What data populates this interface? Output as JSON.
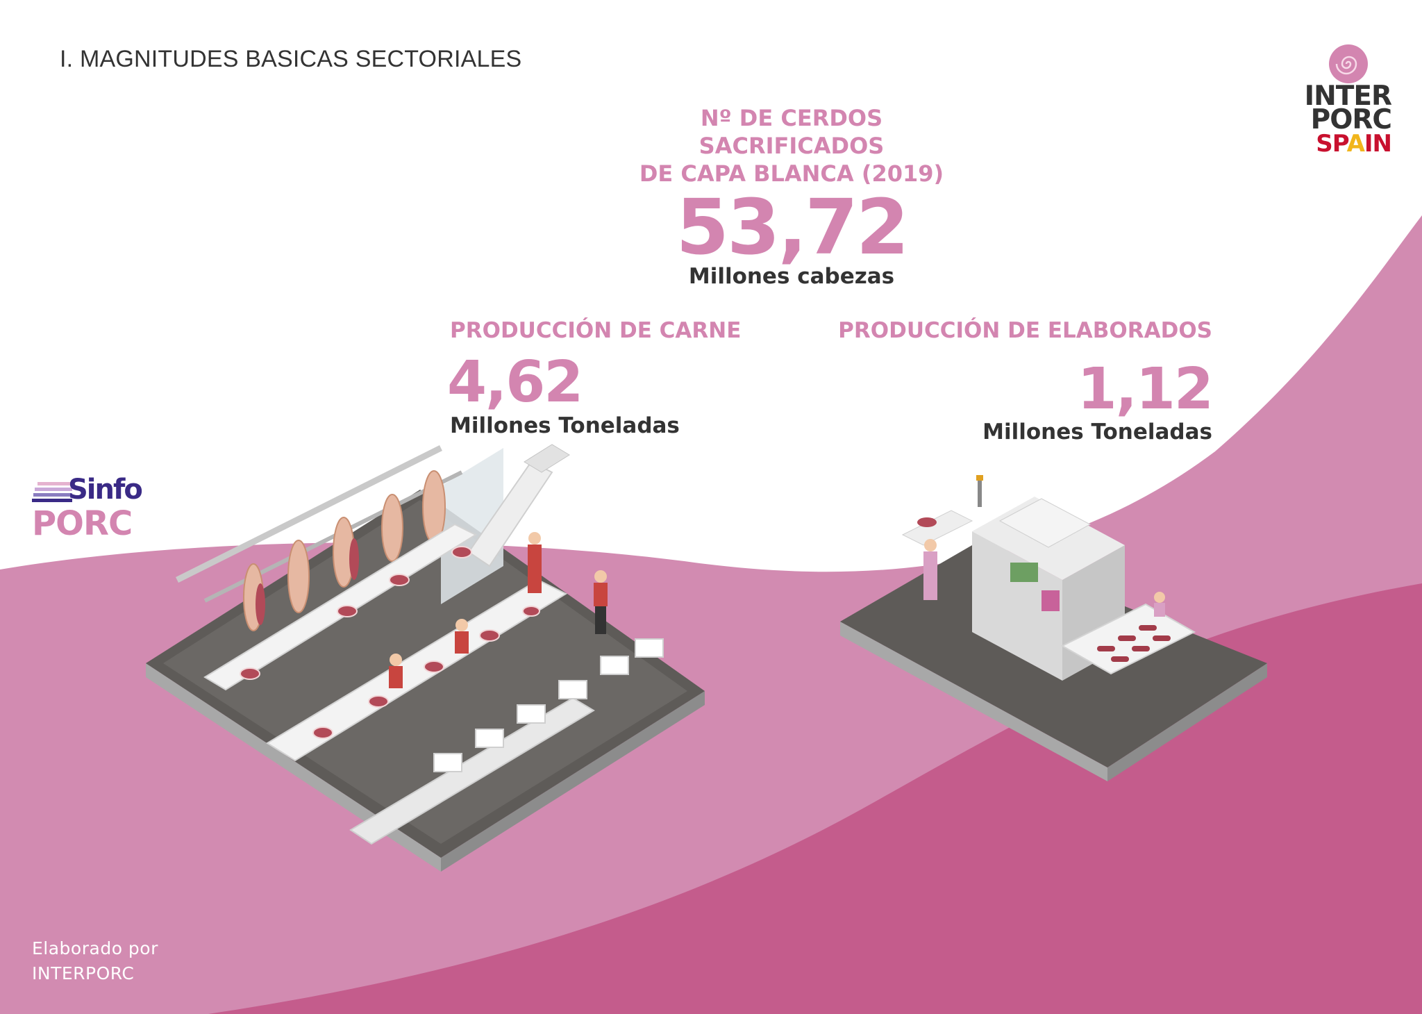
{
  "section_title": "I. MAGNITUDES BASICAS SECTORIALES",
  "main": {
    "heading_lines": [
      "Nº DE CERDOS",
      "SACRIFICADOS",
      "DE CAPA BLANCA (2019)"
    ],
    "value": "53,72",
    "unit": "Millones cabezas"
  },
  "meat_production": {
    "title": "PRODUCCIÓN DE CARNE",
    "value": "4,62",
    "unit": "Millones Toneladas"
  },
  "processed_production": {
    "title": "PRODUCCIÓN DE ELABORADOS",
    "value": "1,12",
    "unit": "Millones Toneladas"
  },
  "footer": {
    "line1": "Elaborado por",
    "line2": "INTERPORC"
  },
  "logo_interporc": {
    "line1": "INTER",
    "line2": "PORC",
    "line3_a": "SP",
    "line3_b": "A",
    "line3_c": "IN"
  },
  "logo_sinfoporc": {
    "top": "Sinfo",
    "bottom": "PORC"
  },
  "colors": {
    "accent_pink": "#d385b0",
    "band_light": "#d28bb1",
    "band_dark": "#c45c8c",
    "text_dark": "#333333"
  },
  "illustrations": {
    "left": "meat-processing-line-illustration",
    "right": "processed-food-machine-illustration"
  }
}
